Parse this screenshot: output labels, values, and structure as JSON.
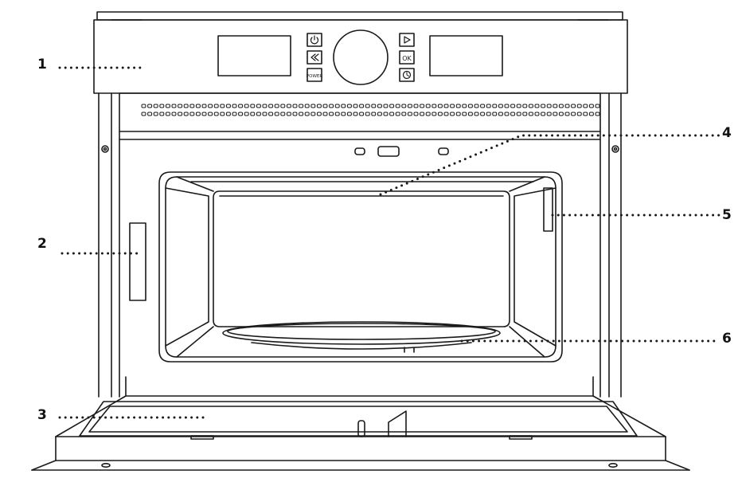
{
  "diagram": {
    "callouts": [
      {
        "id": "1"
      },
      {
        "id": "2"
      },
      {
        "id": "3"
      },
      {
        "id": "4"
      },
      {
        "id": "5"
      },
      {
        "id": "6"
      }
    ],
    "control_panel": {
      "buttons": [
        "power-icon",
        "rewind-icon",
        "POWER",
        "play-icon",
        "OK",
        "clock-icon"
      ]
    },
    "colors": {
      "stroke": "#1a1a1a",
      "fill": "#ffffff"
    }
  }
}
